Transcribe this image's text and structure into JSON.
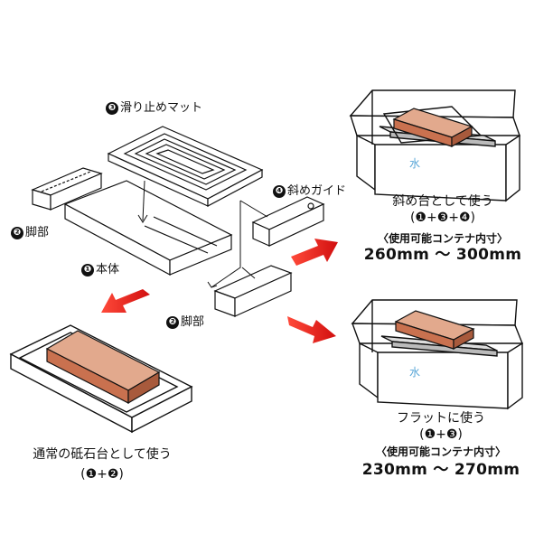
{
  "parts": {
    "mat": {
      "badge": "❸",
      "text": "滑り止めマット"
    },
    "guide": {
      "badge": "❹",
      "text": "斜めガイド"
    },
    "leg_top": {
      "badge": "❷",
      "text": "脚部"
    },
    "body": {
      "badge": "❶",
      "text": "本体"
    },
    "leg_bottom": {
      "badge": "❷",
      "text": "脚部"
    }
  },
  "uses": {
    "standard": {
      "title": "通常の砥石台として使う",
      "combo": "(❶+❷)"
    },
    "slanted": {
      "title": "斜め台として使う",
      "combo": "(❶+❸+❹)",
      "caption": "〈使用可能コンテナ内寸〉",
      "range": "260mm ～ 300mm",
      "water": "水"
    },
    "flat": {
      "title": "フラットに使う",
      "combo": "(❶+❸)",
      "caption": "〈使用可能コンテナ内寸〉",
      "range": "230mm ～ 270mm",
      "water": "水"
    }
  },
  "colors": {
    "stone": "#c9714f",
    "stone_top": "#e2a98d",
    "arrow": "#e21d1d",
    "water": "#5aa7d8"
  }
}
